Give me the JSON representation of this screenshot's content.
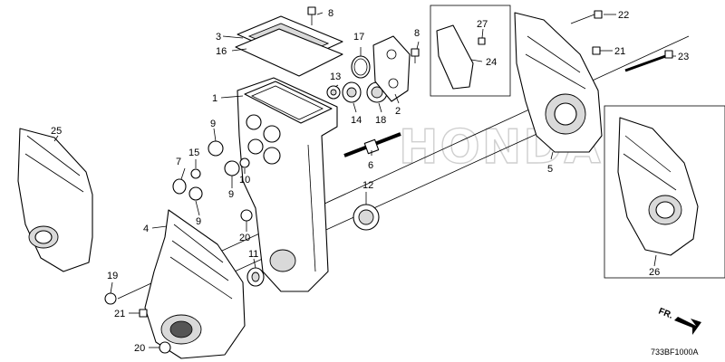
{
  "watermark": "HONDA",
  "diagram_code": "733BF1000A",
  "direction_label": "FR.",
  "callouts": {
    "c1": "1",
    "c2": "2",
    "c3": "3",
    "c4": "4",
    "c5": "5",
    "c6": "6",
    "c7": "7",
    "c8a": "8",
    "c8b": "8",
    "c9a": "9",
    "c9b": "9",
    "c9c": "9",
    "c10": "10",
    "c11": "11",
    "c12": "12",
    "c13": "13",
    "c14": "14",
    "c15": "15",
    "c16": "16",
    "c17": "17",
    "c18": "18",
    "c19": "19",
    "c20a": "20",
    "c20b": "20",
    "c21a": "21",
    "c21b": "21",
    "c22": "22",
    "c23": "23",
    "c24": "24",
    "c25": "25",
    "c26": "26",
    "c27": "27"
  }
}
